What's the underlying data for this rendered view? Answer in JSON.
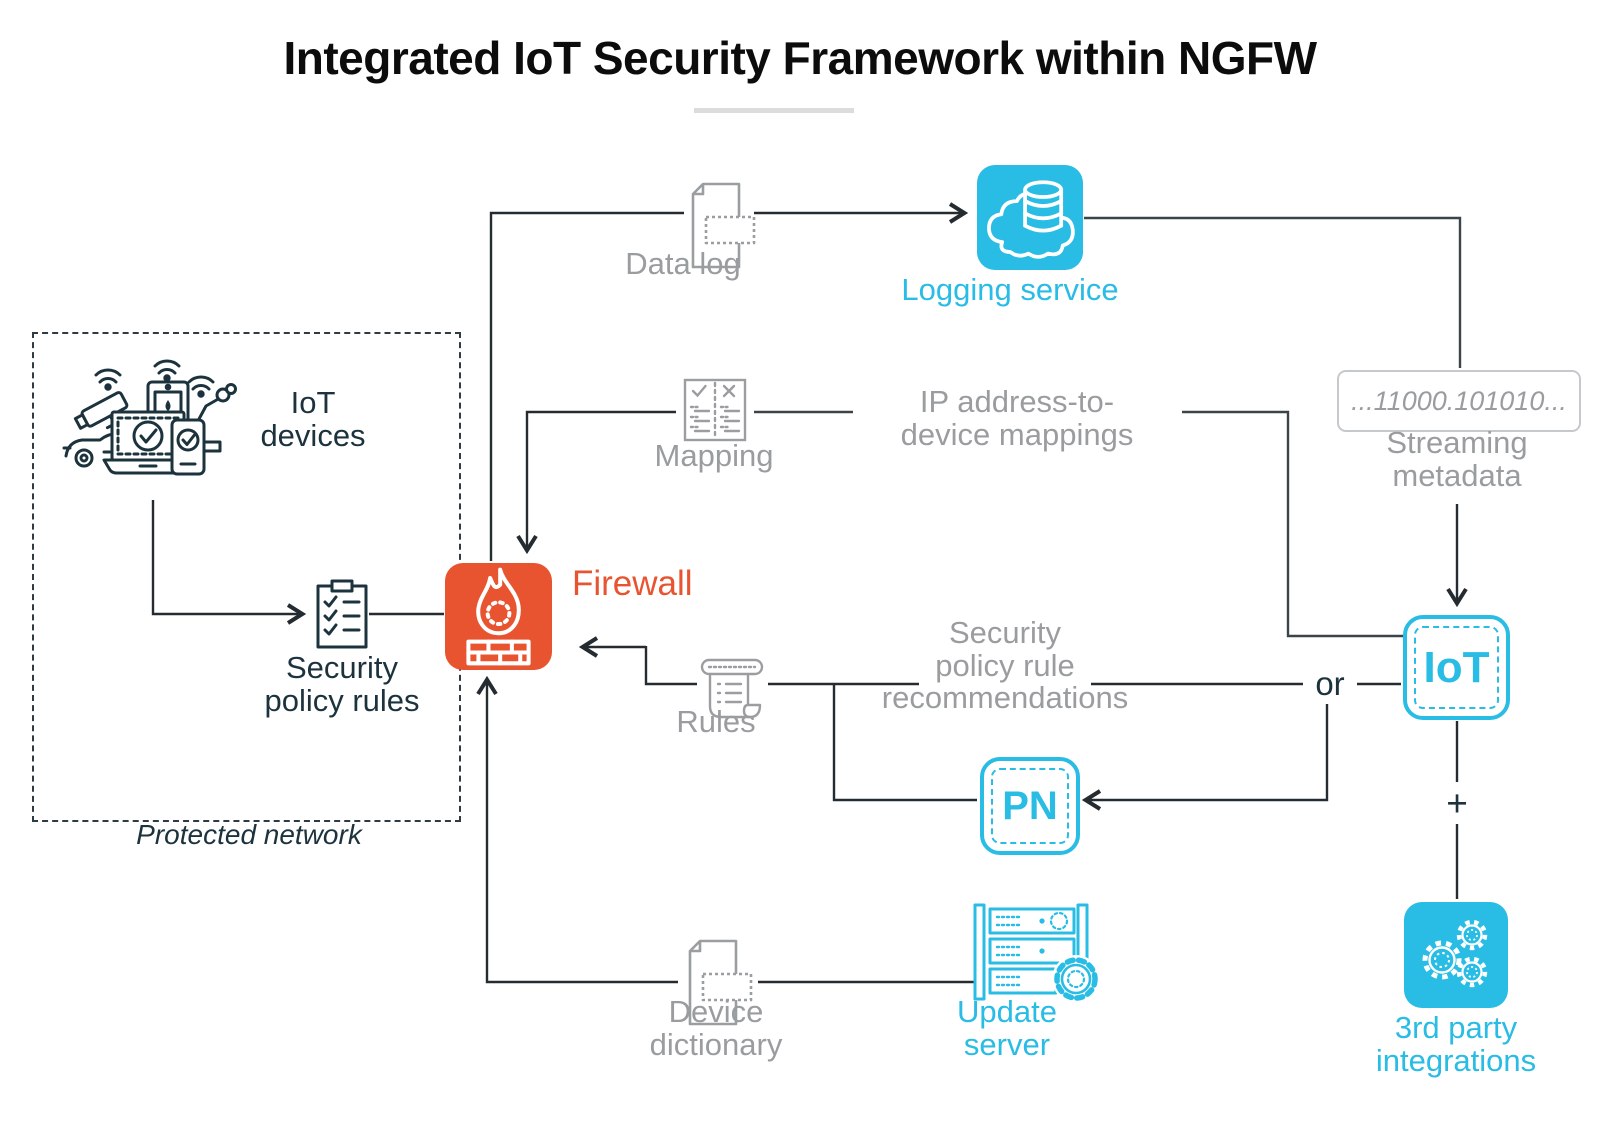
{
  "title": "Integrated IoT Security Framework within NGFW",
  "colors": {
    "cyan": "#29BCE4",
    "orange": "#E95430",
    "navy": "#1C333E",
    "gray": "#9A9DA0",
    "line": "#242B31"
  },
  "protected_network": {
    "label": "Protected network"
  },
  "nodes": {
    "iot_devices": {
      "label": "IoT\ndevices"
    },
    "security_policy_rules": {
      "label": "Security\npolicy rules"
    },
    "firewall": {
      "label": "Firewall"
    },
    "data_log": {
      "label": "Data log"
    },
    "logging_service": {
      "label": "Logging service"
    },
    "mapping": {
      "label": "Mapping"
    },
    "ip_mappings": {
      "label": "IP address-to-\ndevice mappings"
    },
    "streaming_metadata": {
      "value": "...11000.101010...",
      "label": "Streaming\nmetadata"
    },
    "iot_service": {
      "label": "IoT"
    },
    "pn": {
      "label": "PN"
    },
    "rules": {
      "label": "Rules"
    },
    "recommendations": {
      "label": "Security\npolicy rule\nrecommendations"
    },
    "device_dictionary": {
      "label": "Device\ndictionary"
    },
    "update_server": {
      "label": "Update\nserver"
    },
    "third_party": {
      "label": "3rd party\nintegrations"
    }
  },
  "operators": {
    "or": "or",
    "plus": "+"
  }
}
